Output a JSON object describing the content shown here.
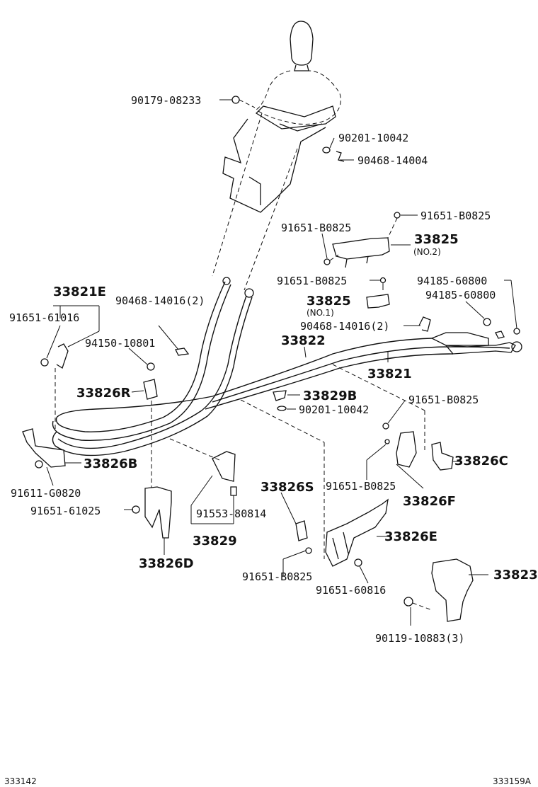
{
  "labels": {
    "p90179_08233": "90179-08233",
    "p90201_10042_top": "90201-10042",
    "p90468_14004": "90468-14004",
    "p91651_B0825_a": "91651-B0825",
    "p91651_B0825_b": "91651-B0825",
    "p33825_no2": "33825",
    "no2": "(NO.2)",
    "p91651_B0825_c": "91651-B0825",
    "p94185_60800_a": "94185-60800",
    "p94185_60800_b": "94185-60800",
    "p33821E": "33821E",
    "p90468_14016_2_a": "90468-14016(2)",
    "p33825_no1": "33825",
    "no1": "(NO.1)",
    "p91651_61016": "91651-61016",
    "p90468_14016_2_b": "90468-14016(2)",
    "p94150_10801": "94150-10801",
    "p33822": "33822",
    "p33821": "33821",
    "p33826R": "33826R",
    "p33829B": "33829B",
    "p90201_10042_mid": "90201-10042",
    "p91651_B0825_d": "91651-B0825",
    "p33826B": "33826B",
    "p33826C": "33826C",
    "p91611_G0820": "91611-G0820",
    "p33826S": "33826S",
    "p91651_B0825_e": "91651-B0825",
    "p91651_61025": "91651-61025",
    "p91553_80814": "91553-80814",
    "p33826F": "33826F",
    "p33826E": "33826E",
    "p33829": "33829",
    "p33826D": "33826D",
    "p91651_B0825_f": "91651-B0825",
    "p33823": "33823",
    "p91651_60816": "91651-60816",
    "p90119_10883_3": "90119-10883(3)",
    "code_left": "333142",
    "code_right": "333159A"
  }
}
